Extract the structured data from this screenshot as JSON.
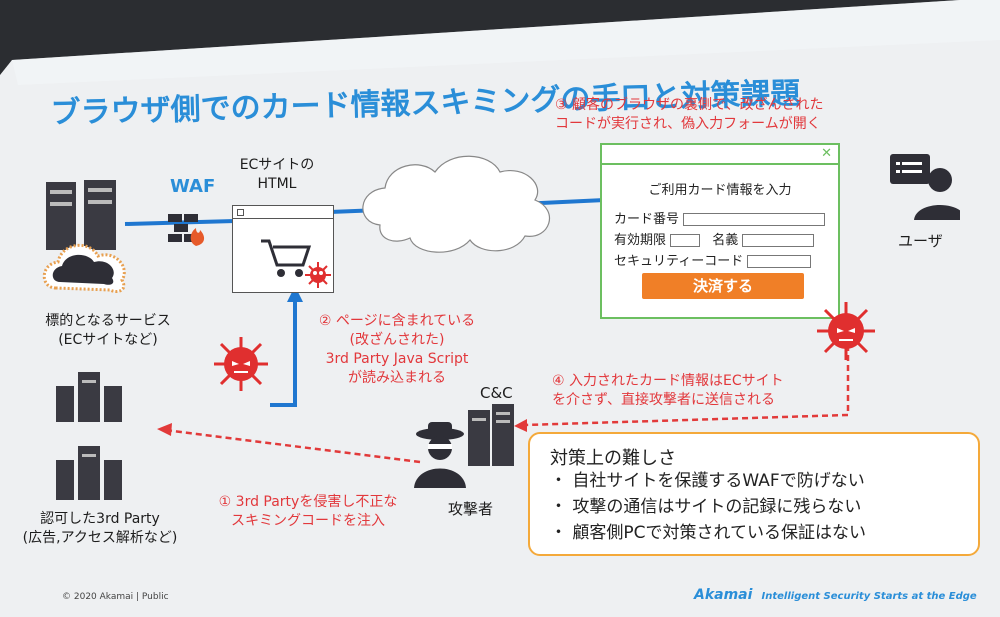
{
  "title": "ブラウザ側でのカード情報スキミングの手口と対策課題",
  "waf_label": "WAF",
  "ec_html_label": "ECサイトの\nHTML",
  "target_service_label": "標的となるサービス\n(ECサイトなど)",
  "third_party_label": "認可した3rd Party\n(広告,アクセス解析など)",
  "attacker_label": "攻撃者",
  "cc_label": "C&C",
  "user_label": "ユーザ",
  "step1": "① 3rd Partyを侵害し不正な\nスキミングコードを注入",
  "step2": "② ページに含まれている\n(改ざんされた)\n3rd Party Java Script\nが読み込まれる",
  "step3": "③ 顧客のブラウザの裏側で、改ざんされた\nコードが実行され、偽入力フォームが開く",
  "step4": "④ 入力されたカード情報はECサイト\nを介さず、直接攻撃者に送信される",
  "form": {
    "title": "ご利用カード情報を入力",
    "card_number": "カード番号",
    "expiry": "有効期限",
    "name": "名義",
    "security_code": "セキュリティーコード",
    "pay_button": "決済する",
    "close": "✕"
  },
  "challenges": {
    "heading": "対策上の難しさ",
    "items": [
      "・ 自社サイトを保護するWAFで防げない",
      "・ 攻撃の通信はサイトの記録に残らない",
      "・ 顧客側PCで対策されている保証はない"
    ]
  },
  "footer": "© 2020 Akamai | Public",
  "brand": "Akamai",
  "tagline": "Intelligent Security Starts at the Edge",
  "colors": {
    "accent": "#2a8ed8",
    "alert": "#e23a3a",
    "orange": "#f07f27",
    "box_border": "#f4a93a"
  }
}
